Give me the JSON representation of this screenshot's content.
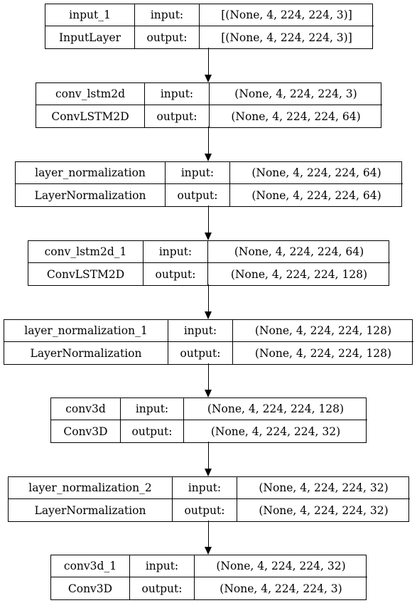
{
  "layers": [
    {
      "name": "input_1",
      "type": "InputLayer",
      "in_label": "input:",
      "out_label": "output:",
      "input_shape": "[(None, 4, 224, 224, 3)]",
      "output_shape": "[(None, 4, 224, 224, 3)]"
    },
    {
      "name": "conv_lstm2d",
      "type": "ConvLSTM2D",
      "in_label": "input:",
      "out_label": "output:",
      "input_shape": "(None, 4, 224, 224, 3)",
      "output_shape": "(None, 4, 224, 224, 64)"
    },
    {
      "name": "layer_normalization",
      "type": "LayerNormalization",
      "in_label": "input:",
      "out_label": "output:",
      "input_shape": "(None, 4, 224, 224, 64)",
      "output_shape": "(None, 4, 224, 224, 64)"
    },
    {
      "name": "conv_lstm2d_1",
      "type": "ConvLSTM2D",
      "in_label": "input:",
      "out_label": "output:",
      "input_shape": "(None, 4, 224, 224, 64)",
      "output_shape": "(None, 4, 224, 224, 128)"
    },
    {
      "name": "layer_normalization_1",
      "type": "LayerNormalization",
      "in_label": "input:",
      "out_label": "output:",
      "input_shape": "(None, 4, 224, 224, 128)",
      "output_shape": "(None, 4, 224, 224, 128)"
    },
    {
      "name": "conv3d",
      "type": "Conv3D",
      "in_label": "input:",
      "out_label": "output:",
      "input_shape": "(None, 4, 224, 224, 128)",
      "output_shape": "(None, 4, 224, 224, 32)"
    },
    {
      "name": "layer_normalization_2",
      "type": "LayerNormalization",
      "in_label": "input:",
      "out_label": "output:",
      "input_shape": "(None, 4, 224, 224, 32)",
      "output_shape": "(None, 4, 224, 224, 32)"
    },
    {
      "name": "conv3d_1",
      "type": "Conv3D",
      "in_label": "input:",
      "out_label": "output:",
      "input_shape": "(None, 4, 224, 224, 32)",
      "output_shape": "(None, 4, 224, 224, 3)"
    }
  ]
}
